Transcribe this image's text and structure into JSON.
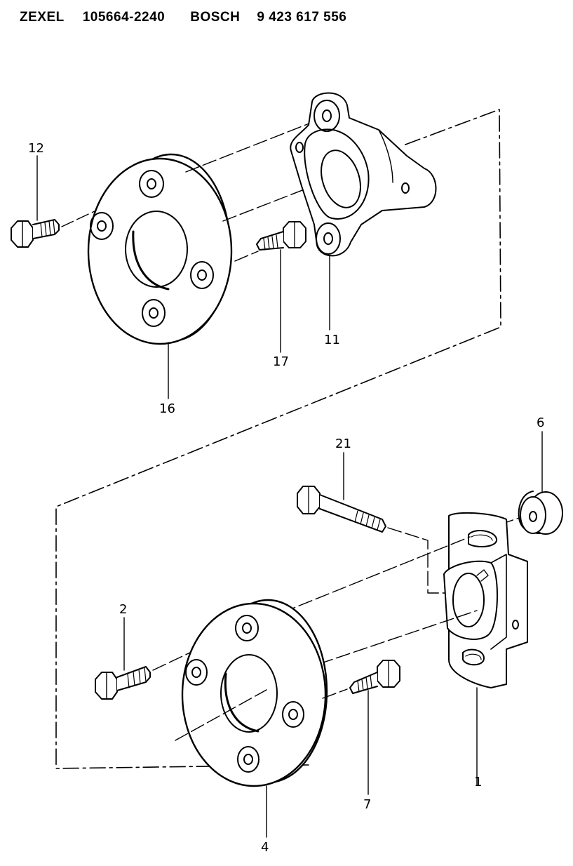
{
  "header": {
    "maker1": "ZEXEL",
    "part1": "105664-2240",
    "maker2": "BOSCH",
    "part2": "9 423 617 556"
  },
  "callouts": {
    "c12": "12",
    "c16": "16",
    "c17": "17",
    "c11": "11",
    "c21": "21",
    "c6": "6",
    "c2": "2",
    "c4": "4",
    "c7": "7",
    "c1": "1"
  },
  "colors": {
    "line": "#000000",
    "background": "#ffffff"
  }
}
